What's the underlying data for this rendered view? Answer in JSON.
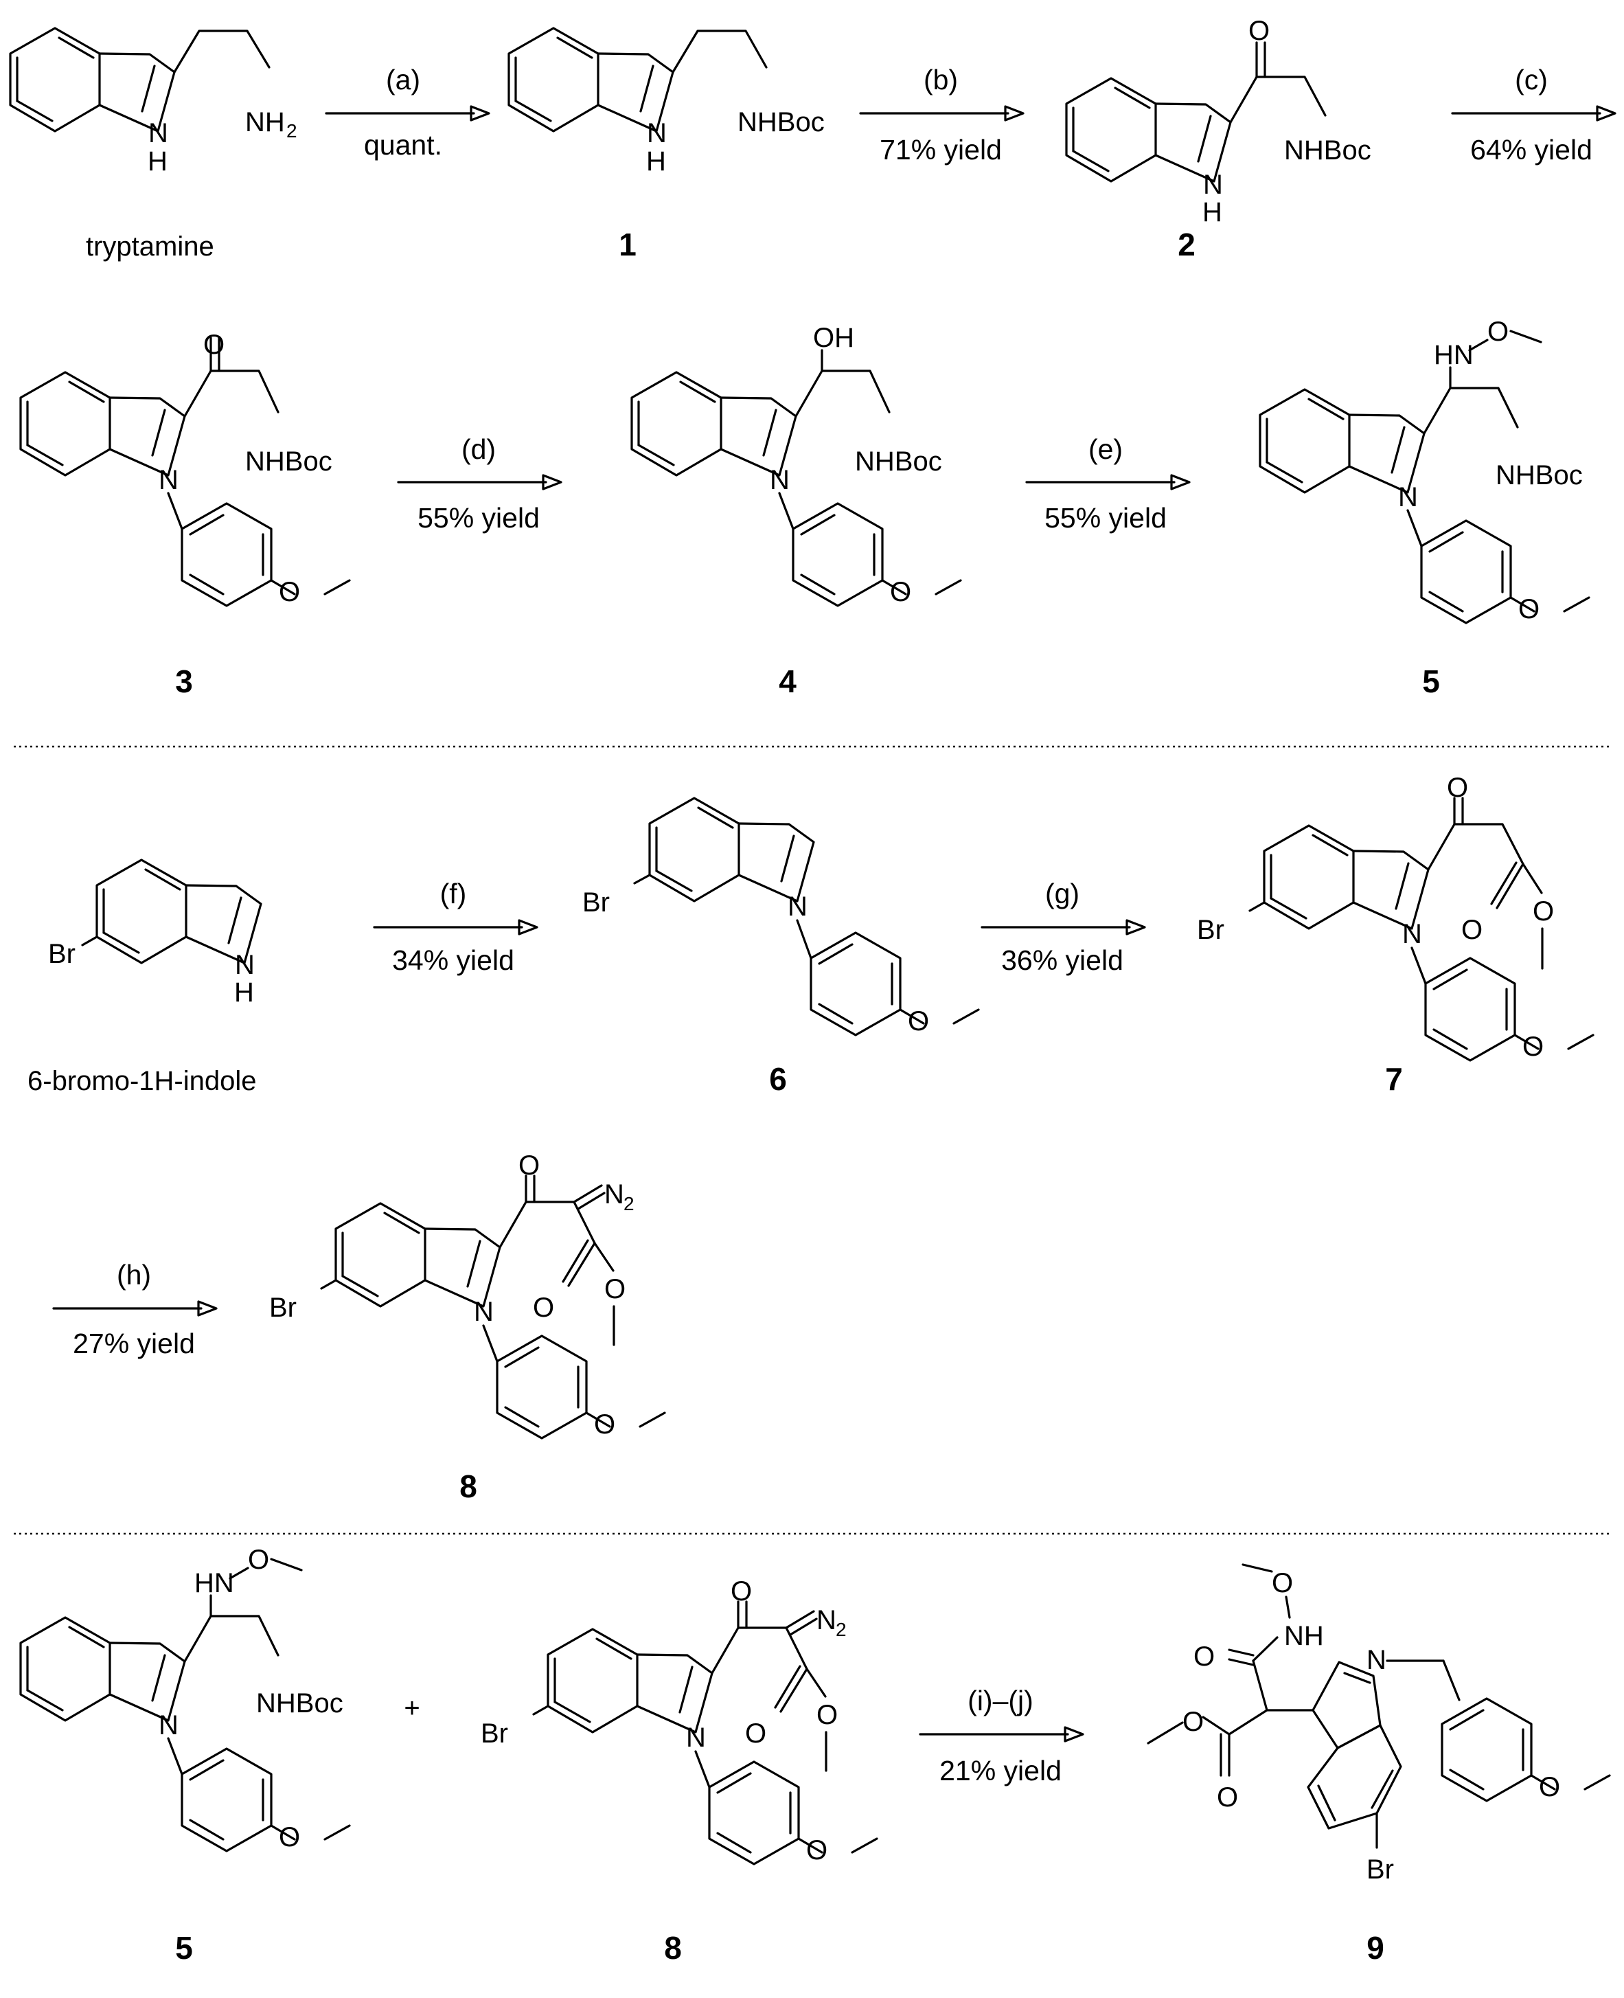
{
  "colors": {
    "ink": "#000000",
    "background": "#ffffff"
  },
  "compounds": {
    "tryptamine": {
      "name": "tryptamine",
      "nh2": "NH",
      "nh2_sub": "2",
      "nh": "N",
      "h": "H"
    },
    "c1": {
      "label": "1",
      "nhboc": "NHBoc",
      "nh": "N",
      "h": "H"
    },
    "c2": {
      "label": "2",
      "o": "O",
      "nhboc": "NHBoc",
      "nh": "N",
      "h": "H"
    },
    "c3": {
      "label": "3",
      "o": "O",
      "n": "N",
      "nhboc": "NHBoc",
      "ome": "O"
    },
    "c4": {
      "label": "4",
      "oh": "OH",
      "n": "N",
      "nhboc": "NHBoc",
      "ome": "O"
    },
    "c5": {
      "label": "5",
      "hn": "HN",
      "o": "O",
      "n": "N",
      "nhboc": "NHBoc",
      "ome": "O"
    },
    "bromoindole": {
      "name": "6-bromo-1H-indole",
      "br": "Br",
      "nh": "N",
      "h": "H"
    },
    "c6": {
      "label": "6",
      "br": "Br",
      "n": "N",
      "ome": "O"
    },
    "c7": {
      "label": "7",
      "br": "Br",
      "n": "N",
      "o1": "O",
      "o2": "O",
      "o3": "O",
      "ome": "O"
    },
    "c8": {
      "label": "8",
      "br": "Br",
      "n": "N",
      "o1": "O",
      "n2": "N",
      "n2_sub": "2",
      "o2": "O",
      "o3": "O",
      "ome": "O"
    },
    "c9": {
      "label": "9",
      "o1": "O",
      "nh": "NH",
      "o2": "O",
      "o3": "O",
      "o4": "O",
      "n": "N",
      "br": "Br",
      "ome": "O"
    }
  },
  "steps": [
    {
      "reagent": "(a)",
      "yield": "quant."
    },
    {
      "reagent": "(b)",
      "yield": "71% yield"
    },
    {
      "reagent": "(c)",
      "yield": "64% yield"
    },
    {
      "reagent": "(d)",
      "yield": "55% yield"
    },
    {
      "reagent": "(e)",
      "yield": "55% yield"
    },
    {
      "reagent": "(f)",
      "yield": "34% yield"
    },
    {
      "reagent": "(g)",
      "yield": "36% yield"
    },
    {
      "reagent": "(h)",
      "yield": "27% yield"
    },
    {
      "reagent": "(i)–(j)",
      "yield": "21% yield"
    }
  ],
  "plus": "+"
}
